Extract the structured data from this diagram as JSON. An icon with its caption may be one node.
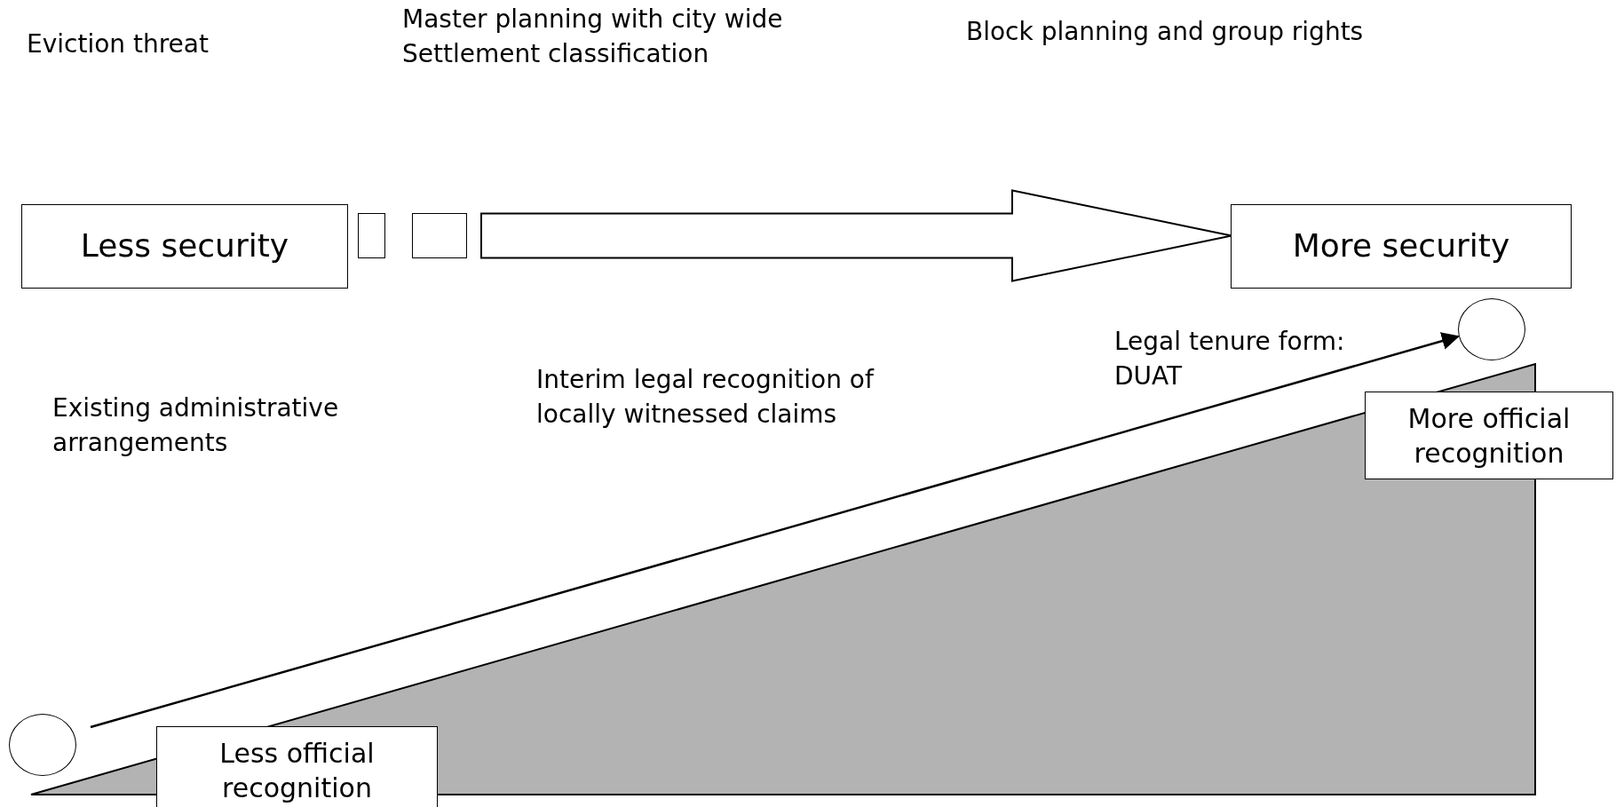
{
  "diagram": {
    "nodes": [
      {
        "text": [
          "Less security"
        ]
      },
      {
        "text": [],
        "shape": "box"
      },
      {
        "text": [],
        "shape": "box"
      },
      {
        "text": [
          "More security"
        ]
      },
      {
        "text": [],
        "shape": "circle"
      },
      {
        "text": [],
        "shape": "circle"
      },
      {
        "text": [
          "Less official recognition"
        ]
      },
      {
        "text": [
          "More official recognition"
        ]
      }
    ],
    "edges": [
      {
        "from": 2,
        "to": 3,
        "arrow": "to",
        "style": "thick"
      },
      {
        "from": 4,
        "to": 5,
        "arrow": "to"
      }
    ],
    "labels": [
      "Eviction threat",
      "Master planning with city wide Settlement classification",
      "Block planning and group rights",
      "Legal tenure form: DUAT",
      "Interim legal recognition of locally witnessed claims",
      "Existing administrative arrangements"
    ]
  }
}
